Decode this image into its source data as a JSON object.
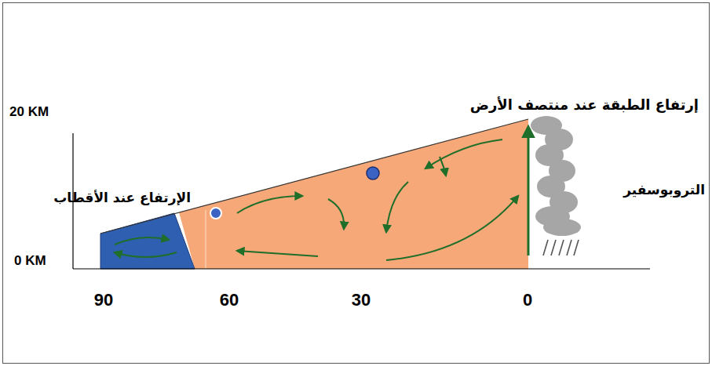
{
  "diagram": {
    "labels": [
      "20 KM",
      "إرتفاع الطبقة عند منتصف الأرض",
      "التروبوسفير",
      "الإرتفاع عند الأقطاب",
      "0 KM",
      "90",
      "60",
      "30",
      "0"
    ]
  }
}
